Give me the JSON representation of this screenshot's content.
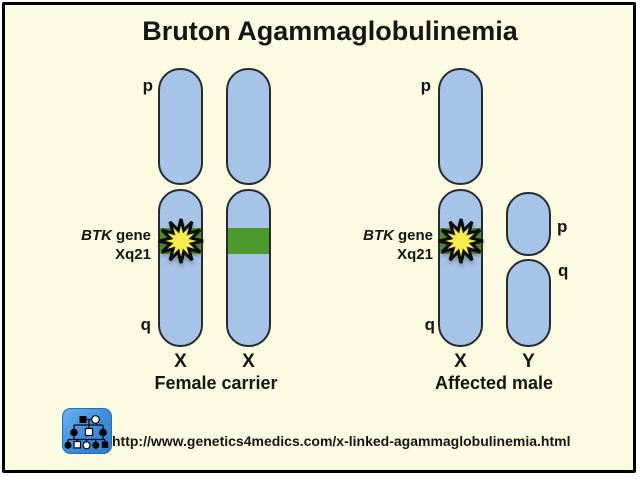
{
  "title": "Bruton Agammaglobulinemia",
  "groups": [
    {
      "caption": "Female carrier",
      "p_arm_label": "p",
      "q_arm_label": "q",
      "gene_name": "BTK",
      "gene_word": "gene",
      "locus": "Xq21",
      "chromosome_labels": [
        "X",
        "X"
      ]
    },
    {
      "caption": "Affected male",
      "p_arm_label": "p",
      "q_arm_label": "q",
      "gene_name": "BTK",
      "gene_word": "gene",
      "locus": "Xq21",
      "chromosome_labels": [
        "X",
        "Y"
      ],
      "y_p_arm_label": "p",
      "y_q_arm_label": "q"
    }
  ],
  "footer": {
    "url": "http://www.genetics4medics.com/x-linked-agammaglobulinemia.html",
    "logo": "pedigree-chart-logo"
  },
  "colors": {
    "background": "#FCFAE1",
    "frame_border": "#000000",
    "chromosome_fill": "#A6C4E8",
    "chromosome_outline": "#272B31",
    "band_green": "#4E992E",
    "star_yellow": "#F5EB4D",
    "logo_blue": "#3E8EDD",
    "text": "#161616"
  }
}
